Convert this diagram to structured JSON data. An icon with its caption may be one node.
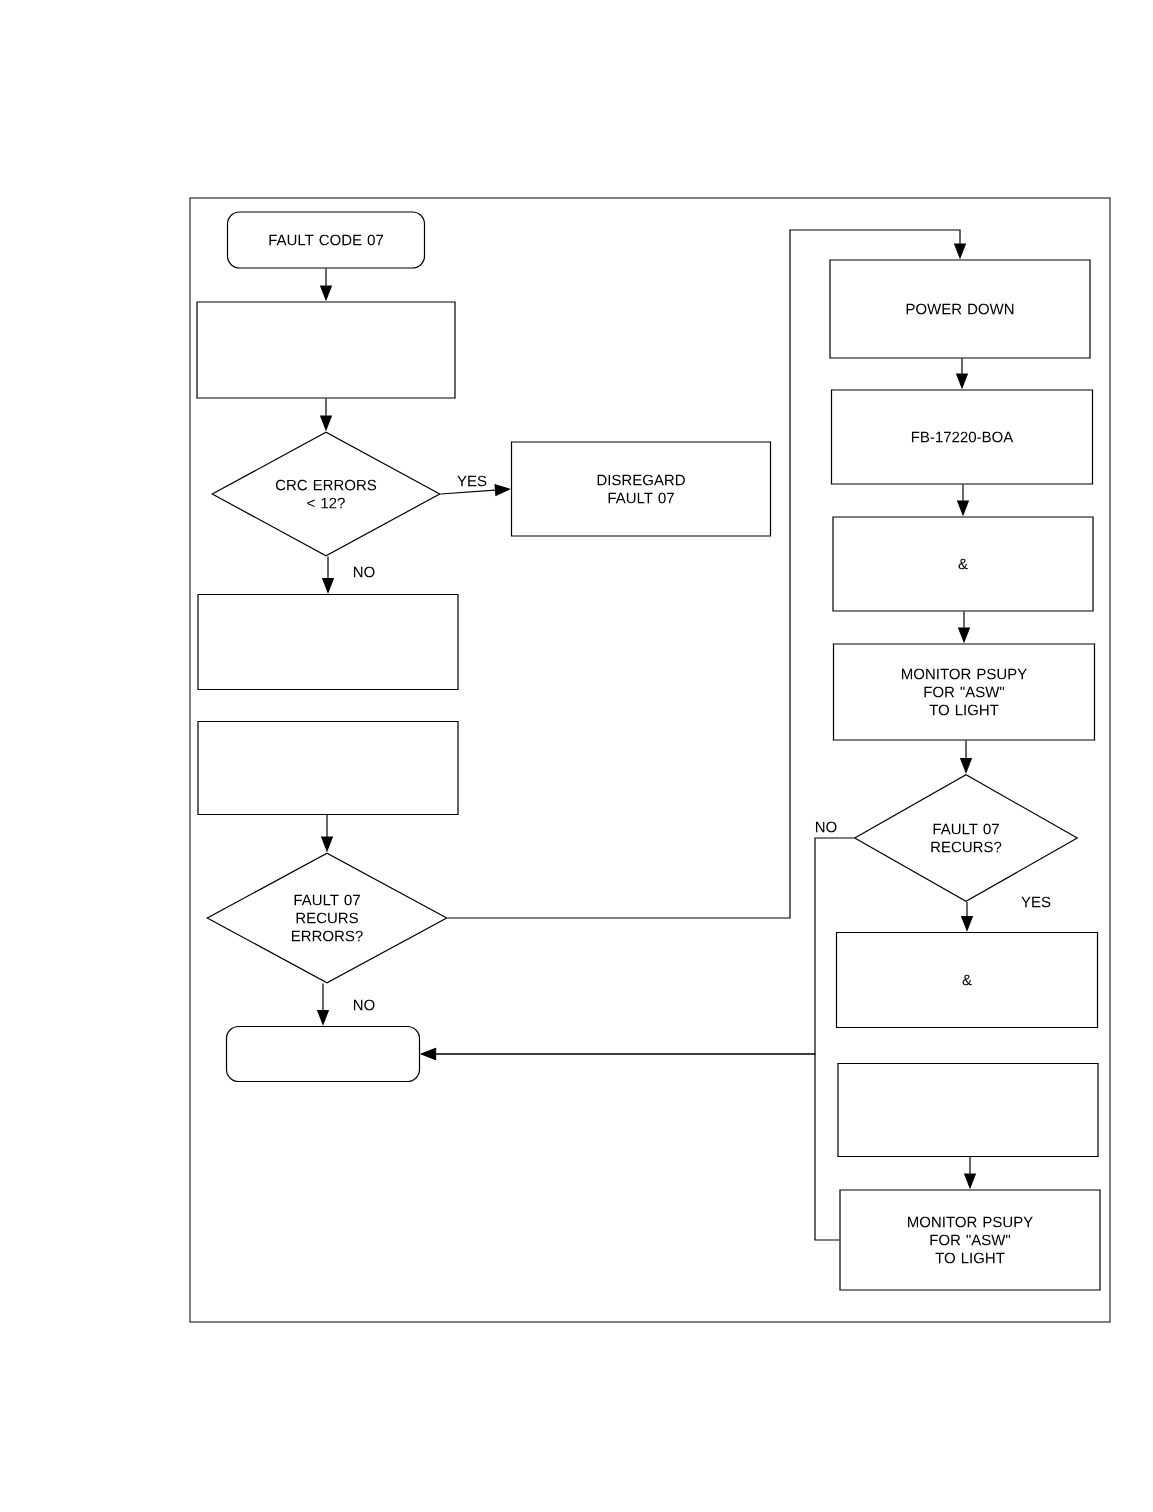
{
  "diagram": {
    "nodes": [
      {
        "text": [
          "FAULT CODE 07"
        ]
      },
      {
        "text": [],
        "shape": "box"
      },
      {
        "text": [
          "CRC ERRORS < 12?"
        ]
      },
      {
        "text": [
          "DISREGARD FAULT 07"
        ]
      },
      {
        "text": [],
        "shape": "box"
      },
      {
        "text": [],
        "shape": "box"
      },
      {
        "text": [
          "FAULT 07 RECURS ERRORS?"
        ]
      },
      {
        "text": [],
        "shape": "box"
      },
      {
        "text": [
          "POWER DOWN"
        ]
      },
      {
        "text": [
          "FB-17220-BOA"
        ]
      },
      {
        "text": [
          "&"
        ]
      },
      {
        "text": [
          "MONITOR PSUPY FOR \"ASW\" TO LIGHT"
        ]
      },
      {
        "text": [
          "FAULT 07 RECURS?"
        ]
      },
      {
        "text": [
          "&"
        ]
      },
      {
        "text": [],
        "shape": "box"
      },
      {
        "text": [
          "MONITOR PSUPY FOR \"ASW\" TO LIGHT"
        ]
      }
    ],
    "edges": [
      {
        "from": 0,
        "to": 1,
        "arrow": "to"
      },
      {
        "from": 1,
        "to": 2,
        "arrow": "to"
      },
      {
        "from": 2,
        "to": 3,
        "arrow": "to",
        "label": "YES"
      },
      {
        "from": 2,
        "to": 4,
        "arrow": "to",
        "label": "NO"
      },
      {
        "from": 5,
        "to": 6,
        "arrow": "to"
      },
      {
        "from": 6,
        "to": 7,
        "arrow": "to",
        "label": "NO"
      },
      {
        "from": 6,
        "to": 8,
        "arrow": "to"
      },
      {
        "from": 8,
        "to": 9,
        "arrow": "to"
      },
      {
        "from": 9,
        "to": 10,
        "arrow": "to"
      },
      {
        "from": 10,
        "to": 11,
        "arrow": "to"
      },
      {
        "from": 11,
        "to": 12,
        "arrow": "to"
      },
      {
        "from": 12,
        "to": 13,
        "arrow": "to",
        "label": "YES"
      },
      {
        "from": 12,
        "to": 7,
        "arrow": "to",
        "label": "NO"
      },
      {
        "from": 14,
        "to": 15,
        "arrow": "to"
      },
      {
        "from": 15,
        "to": 7,
        "arrow": "to"
      }
    ]
  }
}
